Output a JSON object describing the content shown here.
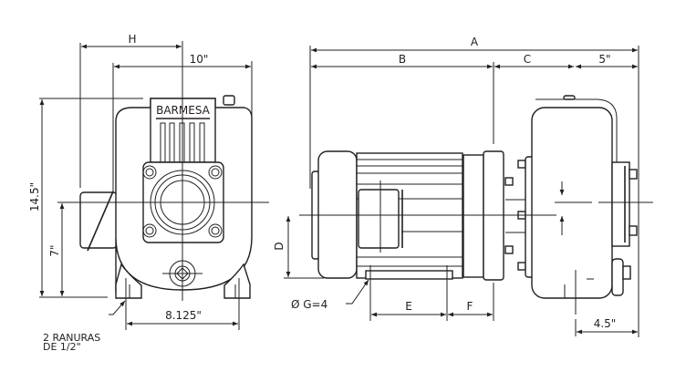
{
  "brand": "BARMESA",
  "front_view": {
    "dim_h": "H",
    "dim_width": "10\"",
    "dim_height": "14.5\"",
    "dim_center_height": "7\"",
    "dim_foot_spacing": "8.125\"",
    "note_line1": "2  RANURAS",
    "note_line2": "DE  1/2\""
  },
  "side_view": {
    "dim_a": "A",
    "dim_b": "B",
    "dim_c": "C",
    "dim_5": "5\"",
    "dim_d": "D",
    "dim_e": "E",
    "dim_f": "F",
    "dim_g": "Ø  G=4",
    "dim_45": "4.5\""
  }
}
